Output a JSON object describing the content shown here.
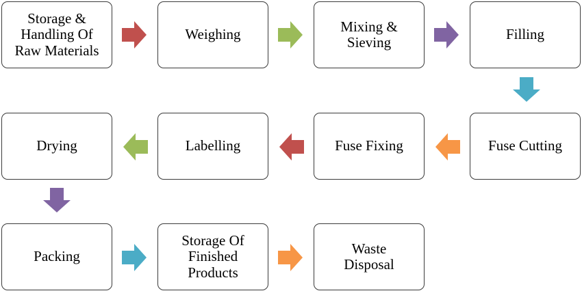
{
  "steps": [
    {
      "label": "Storage &\nHandling Of\nRaw Materials"
    },
    {
      "label": "Weighing"
    },
    {
      "label": "Mixing &\nSieving"
    },
    {
      "label": "Filling"
    },
    {
      "label": "Fuse Cutting"
    },
    {
      "label": "Fuse Fixing"
    },
    {
      "label": "Labelling"
    },
    {
      "label": "Drying"
    },
    {
      "label": "Packing"
    },
    {
      "label": "Storage Of\nFinished\nProducts"
    },
    {
      "label": "Waste\nDisposal"
    }
  ],
  "arrows": [
    {
      "from": "Storage & Handling Of Raw Materials",
      "to": "Weighing",
      "direction": "right",
      "color": "#C0504D"
    },
    {
      "from": "Weighing",
      "to": "Mixing & Sieving",
      "direction": "right",
      "color": "#9BBB59"
    },
    {
      "from": "Mixing & Sieving",
      "to": "Filling",
      "direction": "right",
      "color": "#8064A2"
    },
    {
      "from": "Filling",
      "to": "Fuse Cutting",
      "direction": "down",
      "color": "#4BACC6"
    },
    {
      "from": "Fuse Cutting",
      "to": "Fuse Fixing",
      "direction": "left",
      "color": "#F79646"
    },
    {
      "from": "Fuse Fixing",
      "to": "Labelling",
      "direction": "left",
      "color": "#C0504D"
    },
    {
      "from": "Labelling",
      "to": "Drying",
      "direction": "left",
      "color": "#9BBB59"
    },
    {
      "from": "Drying",
      "to": "Packing",
      "direction": "down",
      "color": "#8064A2"
    },
    {
      "from": "Packing",
      "to": "Storage Of Finished Products",
      "direction": "right",
      "color": "#4BACC6"
    },
    {
      "from": "Storage Of Finished Products",
      "to": "Waste Disposal",
      "direction": "right",
      "color": "#F79646"
    }
  ]
}
